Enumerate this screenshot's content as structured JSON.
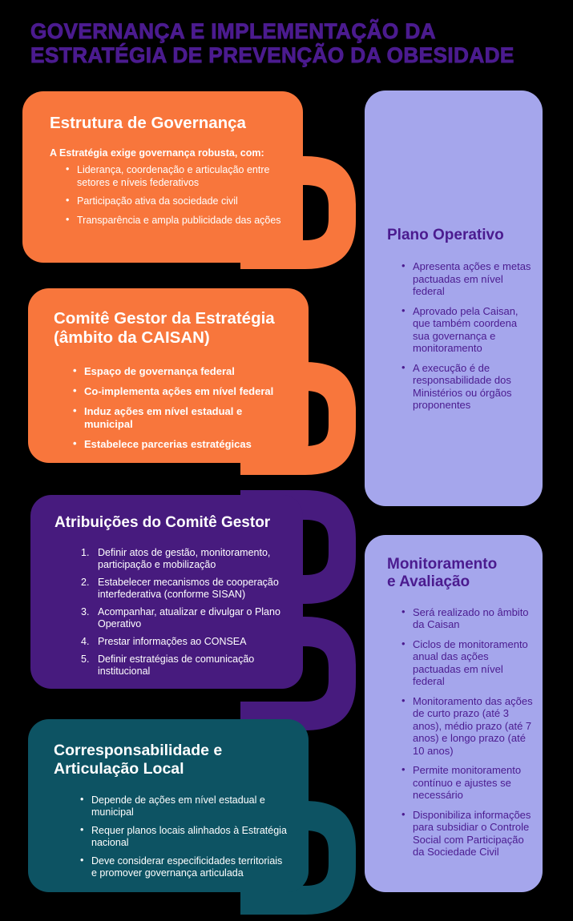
{
  "title": {
    "line1": "GOVERNANÇA E IMPLEMENTAÇÃO DA",
    "line2": "ESTRATÉGIA DE PREVENÇÃO DA OBESIDADE"
  },
  "colors": {
    "background": "#000000",
    "title_text": "#4B1B8F",
    "orange": "#F8763C",
    "deep_purple": "#471B7E",
    "teal": "#0D5363",
    "lilac": "#A5A6EC",
    "white_text": "#FFFFFF"
  },
  "cards": {
    "estrutura": {
      "heading": "Estrutura de Governança",
      "lead": "A Estratégia exige governança robusta, com:",
      "bullets": [
        "Liderança, coordenação e articulação entre setores e níveis federativos",
        "Participação ativa da sociedade civil",
        "Transparência e ampla publicidade das ações"
      ]
    },
    "comite": {
      "heading_line1": "Comitê Gestor da Estratégia",
      "heading_line2": "(âmbito da CAISAN)",
      "bullets": [
        "Espaço de governança federal",
        "Co-implementa ações em nível federal",
        "Induz ações em nível estadual e municipal",
        "Estabelece parcerias estratégicas"
      ]
    },
    "atribuicoes": {
      "heading": "Atribuições do Comitê Gestor",
      "items": [
        {
          "num": "1.",
          "text": "Definir atos de gestão, monitoramento, participação e mobilização"
        },
        {
          "num": "2.",
          "text": "Estabelecer mecanismos de cooperação interfederativa (conforme SISAN)"
        },
        {
          "num": "3.",
          "text": "Acompanhar, atualizar e divulgar o Plano Operativo"
        },
        {
          "num": "4.",
          "text": "Prestar informações ao CONSEA"
        },
        {
          "num": "5.",
          "text": "Definir estratégias de comunicação institucional"
        }
      ]
    },
    "corresponsabilidade": {
      "heading_line1": "Corresponsabilidade e",
      "heading_line2": "Articulação Local",
      "bullets": [
        "Depende de ações em nível estadual e municipal",
        "Requer planos locais alinhados à Estratégia nacional",
        "Deve considerar especificidades territoriais e promover governança articulada"
      ]
    },
    "plano_operativo": {
      "heading": "Plano Operativo",
      "bullets": [
        "Apresenta ações e metas pactuadas em nível federal",
        "Aprovado pela Caisan, que também coordena sua governança e monitoramento",
        "A execução é de responsabilidade dos Ministérios ou órgãos proponentes"
      ]
    },
    "monitoramento": {
      "heading_line1": "Monitoramento",
      "heading_line2": "e Avaliação",
      "bullets": [
        "Será realizado no âmbito da Caisan",
        "Ciclos de monitoramento anual das ações pactuadas em nível federal",
        "Monitoramento das ações de curto prazo (até 3 anos), médio prazo (até 7 anos) e longo prazo (até 10 anos)",
        "Permite monitoramento contínuo e ajustes se necessário",
        "Disponibiliza informações para subsidiar o Controle Social com Participação da Sociedade Civil"
      ]
    }
  }
}
